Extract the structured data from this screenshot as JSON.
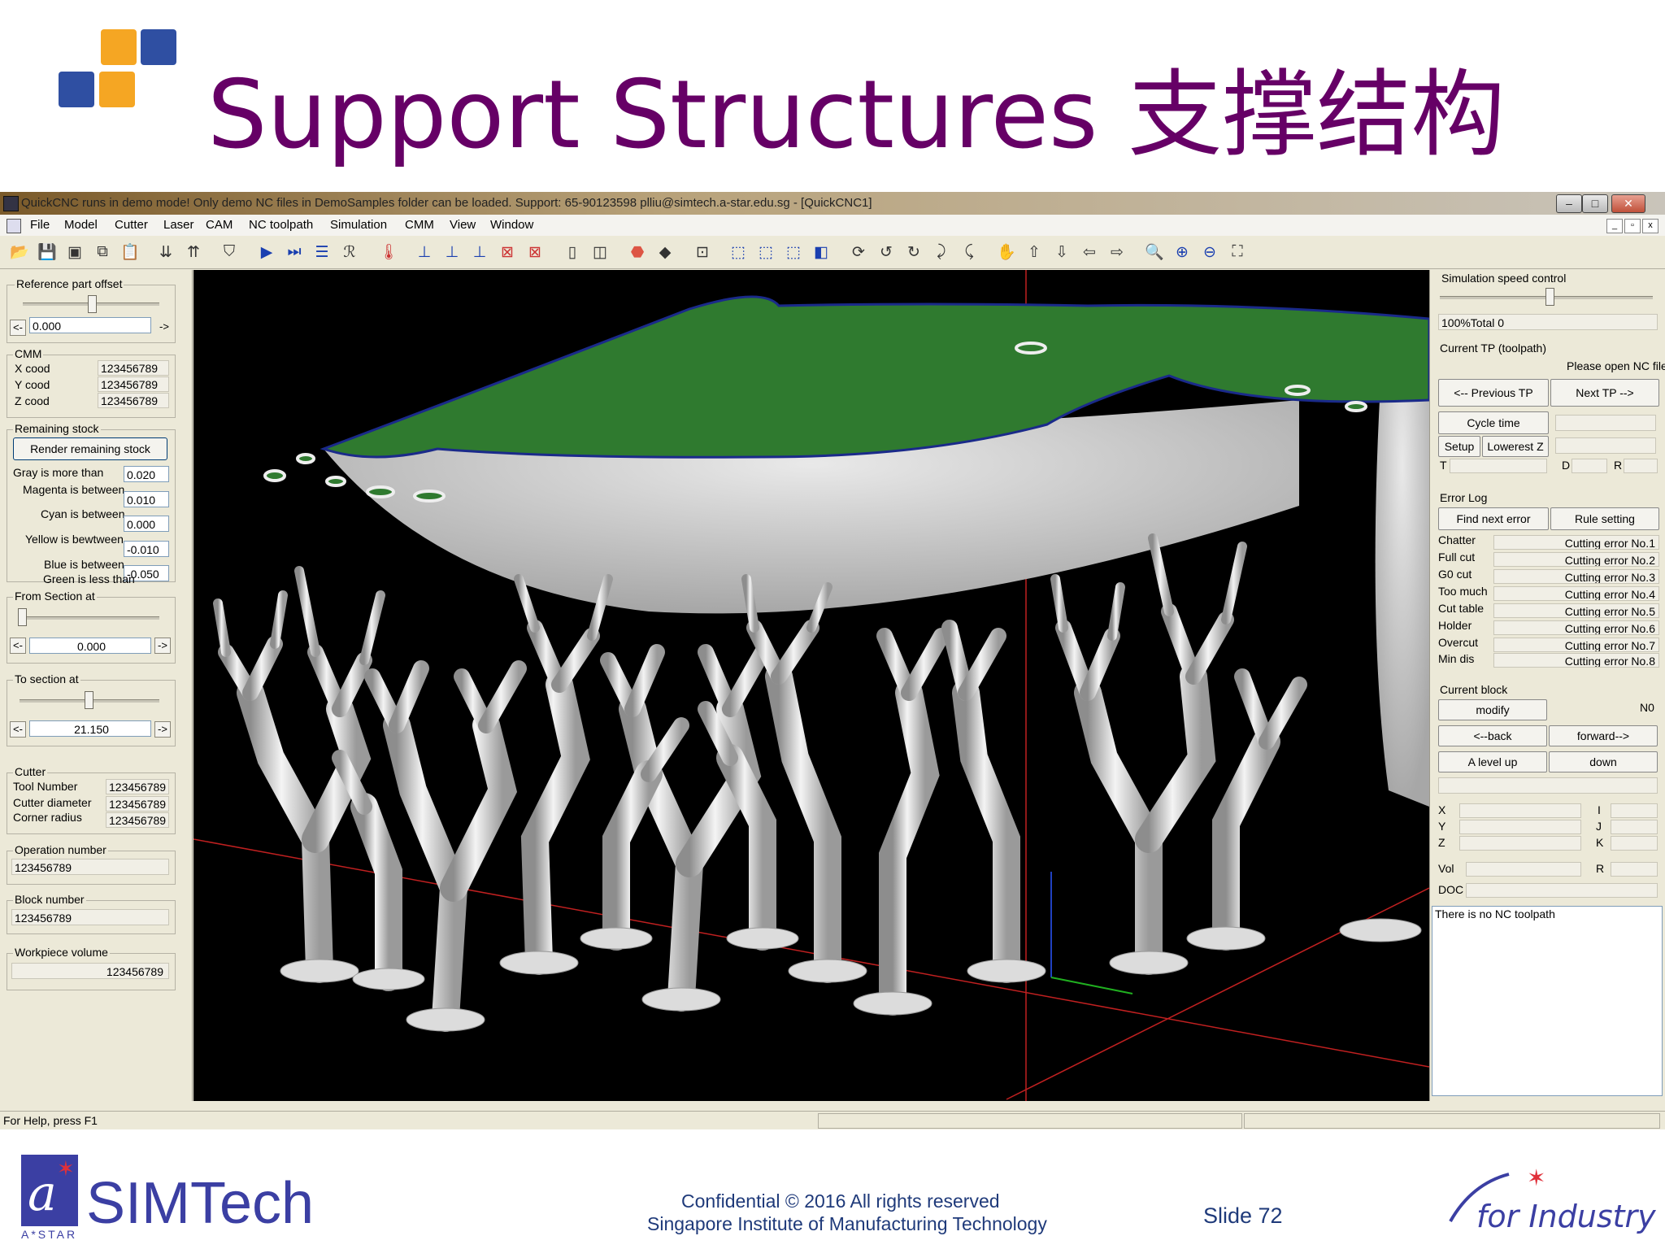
{
  "slide": {
    "title": "Support Structures 支撑结构",
    "footer_confidential": "Confidential © 2016  All rights reserved",
    "footer_org": "Singapore Institute of Manufacturing Technology",
    "slide_number": "Slide 72",
    "simtech_logo_text": "SIMTech",
    "astar_text": "A*STAR",
    "for_industry_text": "for Industry",
    "colors": {
      "title": "#660066",
      "footer": "#1f3a7a",
      "logo_blue": "#2f4fa2",
      "logo_orange": "#f5a623"
    }
  },
  "window": {
    "title": "QuickCNC runs in demo mode! Only demo NC files in DemoSamples folder can be loaded. Support: 65-90123598 plliu@simtech.a-star.edu.sg - [QuickCNC1]",
    "controls": {
      "minimize": "–",
      "maximize": "□",
      "close": "✕"
    },
    "mdi_controls": {
      "minimize": "_",
      "restore": "▫",
      "close": "x"
    }
  },
  "menu": [
    "File",
    "Model",
    "Cutter",
    "Laser",
    "CAM",
    "NC toolpath",
    "Simulation",
    "CMM",
    "View",
    "Window"
  ],
  "left_panel": {
    "ref_offset": {
      "label": "Reference part offset",
      "value": "0.000",
      "left_arrow": "<-",
      "right_arrow": "->"
    },
    "cmm": {
      "label": "CMM",
      "rows": [
        {
          "label": "X cood",
          "value": "123456789"
        },
        {
          "label": "Y cood",
          "value": "123456789"
        },
        {
          "label": "Z cood",
          "value": "123456789"
        }
      ]
    },
    "remaining_stock": {
      "label": "Remaining stock",
      "button": "Render remaining stock",
      "rows": [
        {
          "label": "Gray is more than",
          "value": "0.020"
        },
        {
          "label": "Magenta is between",
          "value": "0.010"
        },
        {
          "label": "Cyan is between",
          "value": "0.000"
        },
        {
          "label": "Yellow is bewtween",
          "value": "-0.010"
        },
        {
          "label": "Blue is between",
          "value": "-0.050"
        },
        {
          "label": "Green is less than",
          "value": ""
        }
      ]
    },
    "from_section": {
      "label": "From Section at",
      "value": "0.000",
      "left_arrow": "<-",
      "right_arrow": "->"
    },
    "to_section": {
      "label": "To section at",
      "value": "21.150",
      "left_arrow": "<-",
      "right_arrow": "->"
    },
    "cutter": {
      "label": "Cutter",
      "rows": [
        {
          "label": "Tool Number",
          "value": "123456789"
        },
        {
          "label": "Cutter diameter",
          "value": "123456789"
        },
        {
          "label": "Corner radius",
          "value": "123456789"
        }
      ]
    },
    "operation_number": {
      "label": "Operation number",
      "value": "123456789"
    },
    "block_number": {
      "label": "Block number",
      "value": "123456789"
    },
    "workpiece_volume": {
      "label": "Workpiece volume",
      "value": "123456789"
    }
  },
  "right_panel": {
    "sim_speed": {
      "label": "Simulation speed control",
      "value": "100%Total 0"
    },
    "current_tp": {
      "label": "Current TP (toolpath)",
      "message": "Please open NC file",
      "prev": "<-- Previous TP",
      "next": "Next TP -->",
      "cycle_time": "Cycle time",
      "setup": "Setup",
      "lowest_z": "Lowerest Z",
      "t": "T",
      "d": "D",
      "r": "R"
    },
    "error_log": {
      "label": "Error Log",
      "find_next": "Find next error",
      "rule_setting": "Rule setting",
      "rows": [
        {
          "label": "Chatter",
          "value": "Cutting error No.1"
        },
        {
          "label": "Full cut",
          "value": "Cutting error No.2"
        },
        {
          "label": "G0 cut",
          "value": "Cutting error No.3"
        },
        {
          "label": "Too much",
          "value": "Cutting error No.4"
        },
        {
          "label": "Cut table",
          "value": "Cutting error No.5"
        },
        {
          "label": "Holder",
          "value": "Cutting error No.6"
        },
        {
          "label": "Overcut",
          "value": "Cutting error No.7"
        },
        {
          "label": "Min dis",
          "value": "Cutting error No.8"
        }
      ]
    },
    "current_block": {
      "label": "Current block",
      "modify": "modify",
      "n0": "N0",
      "back": "<--back",
      "forward": "forward-->",
      "level_up": "A level up",
      "down": "down"
    },
    "coords": {
      "x": "X",
      "y": "Y",
      "z": "Z",
      "i": "I",
      "j": "J",
      "k": "K",
      "vol": "Vol",
      "r": "R",
      "doc": "DOC"
    },
    "status_message": "There is no NC toolpath"
  },
  "status_bar": {
    "help": "For Help, press F1"
  }
}
